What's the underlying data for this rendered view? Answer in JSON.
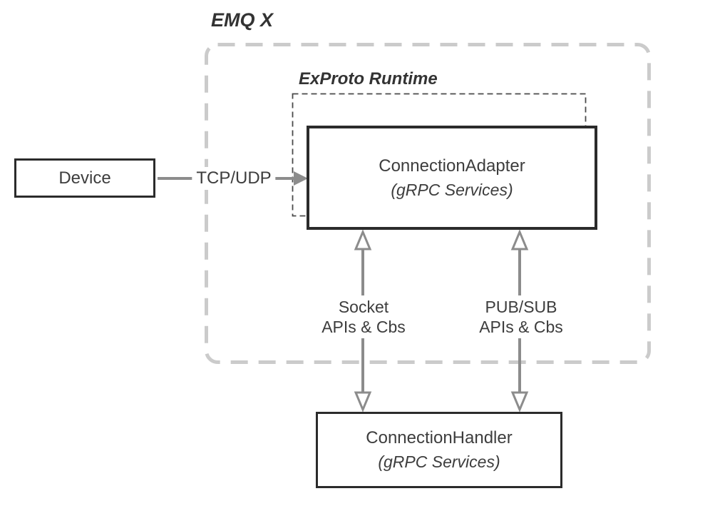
{
  "diagram": {
    "outer_group_label": "EMQ X",
    "inner_group_label": "ExProto Runtime",
    "nodes": {
      "device": {
        "label": "Device"
      },
      "adapter": {
        "title": "ConnectionAdapter",
        "subtitle": "(gRPC Services)"
      },
      "handler": {
        "title": "ConnectionHandler",
        "subtitle": "(gRPC Services)"
      }
    },
    "edges": [
      {
        "id": "tcp-udp",
        "label": "TCP/UDP",
        "type": "arrow-right",
        "from": "Device",
        "to": "ConnectionAdapter"
      },
      {
        "id": "socket-apis",
        "label_line1": "Socket",
        "label_line2": "APIs & Cbs",
        "type": "double-arrow-vertical",
        "from": "ConnectionAdapter",
        "to": "ConnectionHandler"
      },
      {
        "id": "pubsub-apis",
        "label_line1": "PUB/SUB",
        "label_line2": "APIs & Cbs",
        "type": "double-arrow-vertical",
        "from": "ConnectionAdapter",
        "to": "ConnectionHandler"
      }
    ]
  },
  "colors": {
    "container-dash": "#cbcbcb",
    "inner-dash": "#4a4a4a",
    "box-border": "#2b2b2b",
    "arrow": "#8c8c8c",
    "text": "#3d3d3d",
    "bg": "#ffffff"
  }
}
